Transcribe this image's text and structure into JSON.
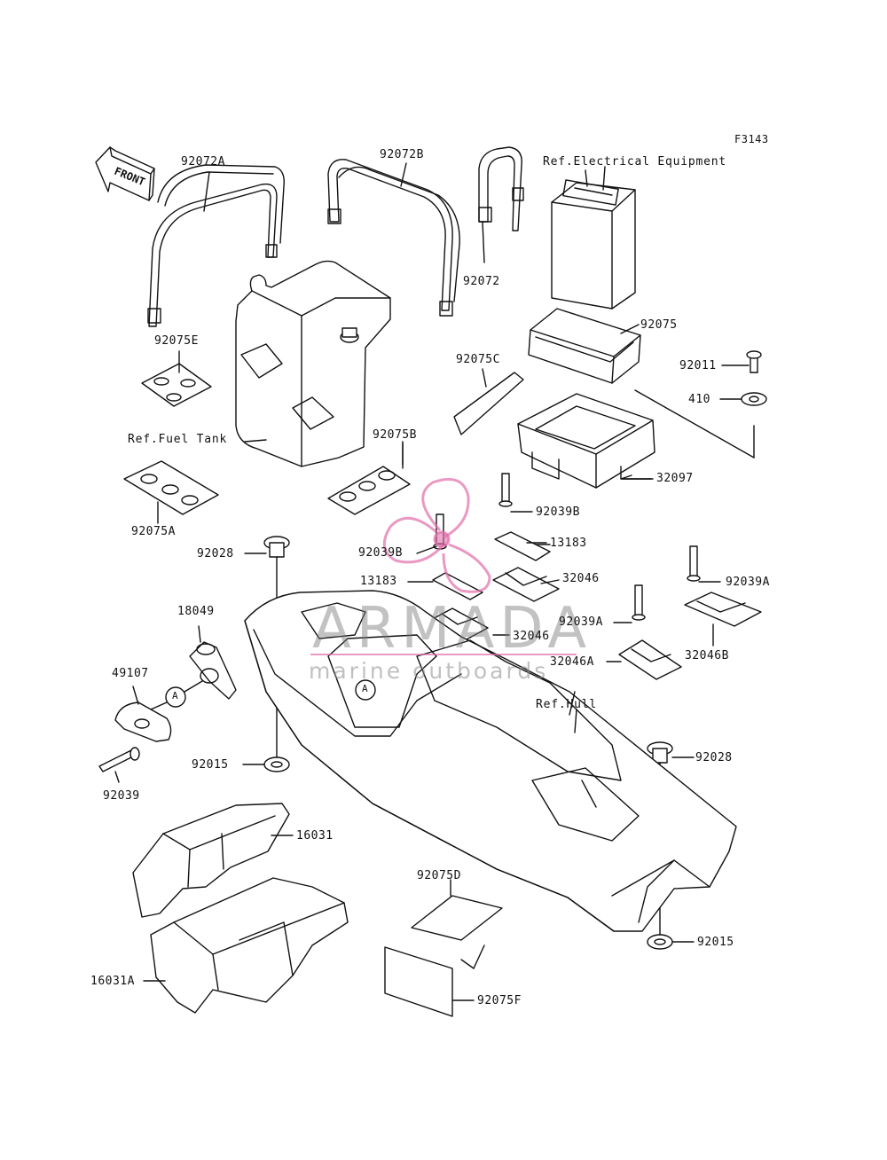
{
  "figure_code": "F3143",
  "front_label": "FRONT",
  "watermark": {
    "title": "ARMADA",
    "subtitle": "marine outboards"
  },
  "references": {
    "electrical": "Ref.Electrical Equipment",
    "fuel_tank": "Ref.Fuel Tank",
    "hull": "Ref.Hull"
  },
  "circle_marker": "A",
  "parts": {
    "p92072A": "92072A",
    "p92072B": "92072B",
    "p92072": "92072",
    "p92075": "92075",
    "p92075E": "92075E",
    "p92011": "92011",
    "p410": "410",
    "p92075C": "92075C",
    "p92075B": "92075B",
    "p32097": "32097",
    "p92075A": "92075A",
    "p92039B_1": "92039B",
    "p92028_1": "92028",
    "p92039B_2": "92039B",
    "p13183_1": "13183",
    "p32046_1": "32046",
    "p13183_2": "13183",
    "p92039A_1": "92039A",
    "p18049": "18049",
    "p92039A_2": "92039A",
    "p32046_2": "32046",
    "p32046B": "32046B",
    "p49107": "49107",
    "p32046A": "32046A",
    "p92015_1": "92015",
    "p92028_2": "92028",
    "p92039": "92039",
    "p16031": "16031",
    "p92075D": "92075D",
    "p92015_2": "92015",
    "p16031A": "16031A",
    "p92075F": "92075F"
  }
}
